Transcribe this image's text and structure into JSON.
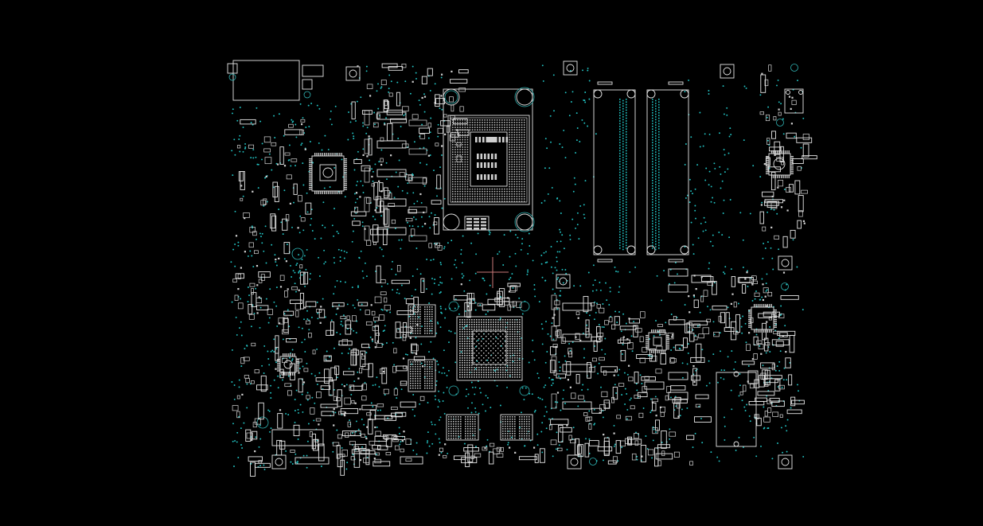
{
  "viewer": {
    "background": "#000000",
    "outline_color": "#e6e6e6",
    "pin_color": "#22c4c4",
    "via_color": "#2fb3b3",
    "crosshair_color": "#c87878"
  },
  "board": {
    "components": [
      {
        "kind": "cpu-socket"
      },
      {
        "kind": "dimm-slot"
      },
      {
        "kind": "dimm-slot"
      },
      {
        "kind": "chipset-bga"
      },
      {
        "kind": "memory-bga"
      },
      {
        "kind": "memory-bga"
      },
      {
        "kind": "memory-bga"
      },
      {
        "kind": "memory-bga"
      },
      {
        "kind": "super-io-qfp"
      },
      {
        "kind": "audio-codec-qfp"
      },
      {
        "kind": "lan-chip-qfp"
      },
      {
        "kind": "connector-header"
      },
      {
        "kind": "mounting-hole"
      }
    ]
  }
}
